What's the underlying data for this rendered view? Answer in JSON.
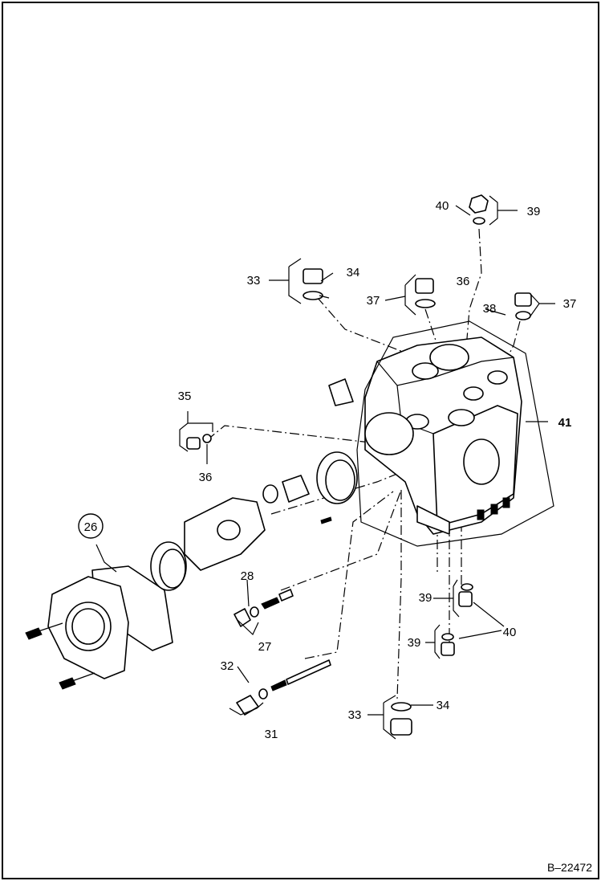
{
  "callouts": {
    "c26": "26",
    "c27": "27",
    "c28": "28",
    "c31": "31",
    "c32": "32",
    "c33a": "33",
    "c33b": "33",
    "c34a": "34",
    "c34b": "34",
    "c35": "35",
    "c36": "36",
    "c37a": "37",
    "c37b": "37",
    "c36top": "36",
    "c38": "38",
    "c39top": "39",
    "c40top": "40",
    "c39a": "39",
    "c39b": "39",
    "c40b": "40",
    "c41": "41"
  },
  "figure_ref": "B–22472",
  "colors": {
    "line": "#000000",
    "background": "#ffffff"
  }
}
